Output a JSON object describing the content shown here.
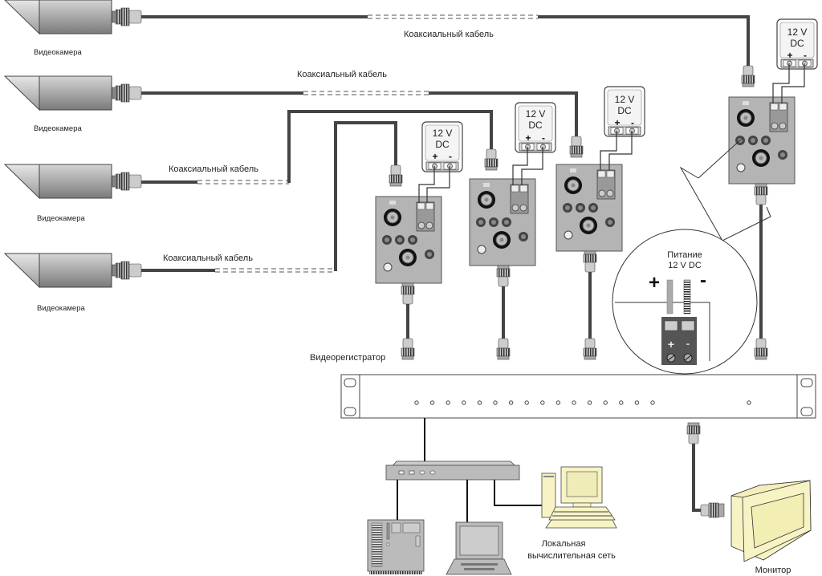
{
  "cameras": [
    {
      "label": "Видеокамера",
      "cable_label": "Коаксиальный кабель"
    },
    {
      "label": "Видеокамера",
      "cable_label": "Коаксиальный кабель"
    },
    {
      "label": "Видеокамера",
      "cable_label": "Коаксиальный кабель"
    },
    {
      "label": "Видеокамера",
      "cable_label": "Коаксиальный кабель"
    }
  ],
  "power_supplies": [
    {
      "line1": "12 V",
      "line2": "DC",
      "plus": "+",
      "minus": "-"
    },
    {
      "line1": "12 V",
      "line2": "DC",
      "plus": "+",
      "minus": "-"
    },
    {
      "line1": "12 V",
      "line2": "DC",
      "plus": "+",
      "minus": "-"
    },
    {
      "line1": "12 V",
      "line2": "DC",
      "plus": "+",
      "minus": "-"
    }
  ],
  "callout": {
    "title_line1": "Питание",
    "title_line2": "12 V DC",
    "plus": "+",
    "minus": "-",
    "terminal_plus": "+",
    "terminal_minus": "-"
  },
  "recorder": {
    "label": "Видеорегистратор",
    "indicator_count": 16,
    "extra_indicator_count": 1
  },
  "network": {
    "label_line1": "Локальная",
    "label_line2": "вычислительная сеть"
  },
  "monitor": {
    "label": "Монитор"
  },
  "colors": {
    "device_gray": "#b4b4b4",
    "monitor_cream": "#f7f3c4",
    "cable_dark": "#444444"
  }
}
